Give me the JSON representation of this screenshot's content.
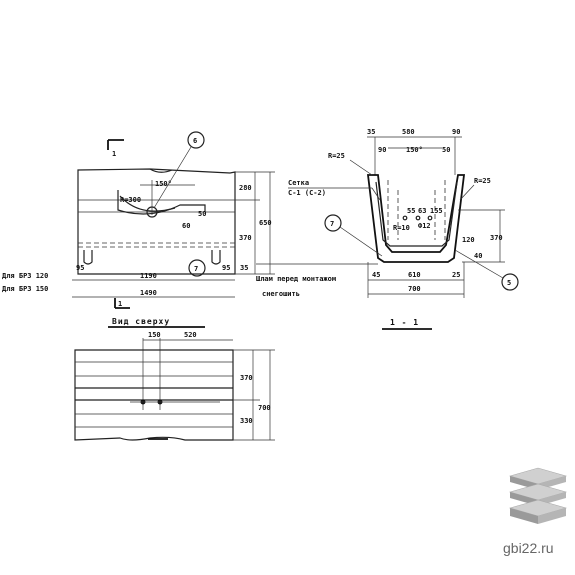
{
  "front_view": {
    "section_mark_top": "1",
    "section_mark_bottom": "1",
    "callout_6": "6",
    "callout_7": "7",
    "angle_label": "150°",
    "radius_label": "R=300",
    "dim_60": "60",
    "dim_50": "50",
    "dim_280": "280",
    "dim_370": "370",
    "dim_650": "650",
    "dim_95_left": "95",
    "dim_95_right": "95",
    "dim_35": "35",
    "dim_1190": "1190",
    "dim_1490": "1490",
    "note_bpz120": "Для БРЗ 120",
    "note_bpz150": "Для БРЗ 150"
  },
  "section_view": {
    "title": "1 - 1",
    "dim_35": "35",
    "dim_580": "580",
    "dim_90_top": "90",
    "dim_90_inner": "90",
    "dim_50": "50",
    "dim_150_angle": "150°",
    "radius_left": "R=25",
    "radius_right": "R=25",
    "mesh_label_1": "Сетка",
    "mesh_label_2": "С-1 (С-2)",
    "callout_7": "7",
    "callout_5": "5",
    "dim_55": "55",
    "dim_63": "63",
    "dim_155": "155",
    "bar_12": "Ф12",
    "bar_10": "R=10",
    "dim_120": "120",
    "dim_370": "370",
    "dim_45": "45",
    "dim_610": "610",
    "dim_25": "25",
    "dim_700": "700",
    "dim_40": "40",
    "note_1": "Шлам перед монтажом",
    "note_2": "снегошить"
  },
  "top_view": {
    "title": "Вид сверху",
    "dim_150": "150",
    "dim_520": "520",
    "dim_370": "370",
    "dim_330": "330",
    "dim_700": "700"
  },
  "watermark": {
    "text": "gbi22.ru"
  }
}
